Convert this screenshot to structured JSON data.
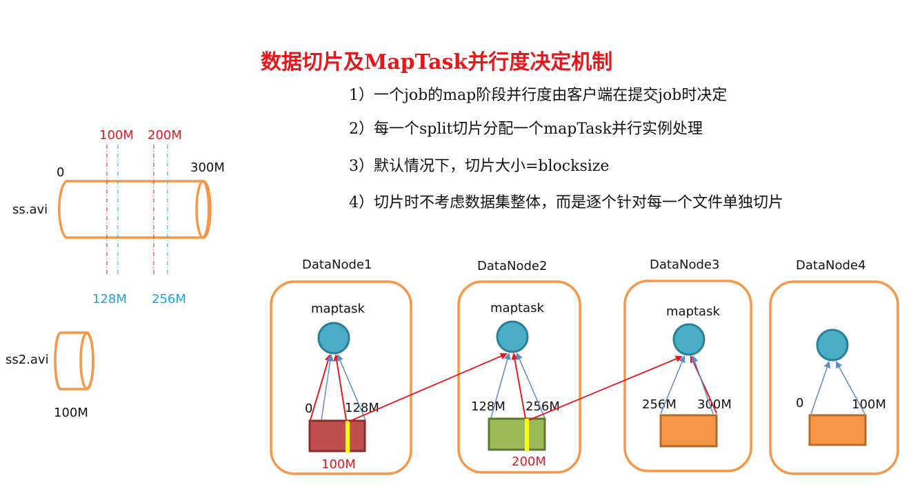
{
  "title": "数据切片及MapTask并行度决定机制",
  "points": [
    "1）一个job的map阶段并行度由客户端在提交job时决定",
    "2）每一个split切片分配一个mapTask并行实例处理",
    "3）默认情况下，切片大小=blocksize",
    "4）切片时不考虑数据集整体，而是逐个针对每一个文件单独切片"
  ],
  "files": {
    "ss": {
      "name": "ss.avi",
      "start": "0",
      "end": "300M",
      "split_marks": [
        "100M",
        "200M"
      ],
      "block_marks": [
        "128M",
        "256M"
      ]
    },
    "ss2": {
      "name": "ss2.avi",
      "size": "100M"
    }
  },
  "nodes": [
    {
      "name": "DataNode1",
      "task": "maptask",
      "range_start": "0",
      "range_end": "128M",
      "split_label": "100M",
      "block_color": "#c0504d",
      "block_border": "#8b2e2b"
    },
    {
      "name": "DataNode2",
      "task": "maptask",
      "range_start": "128M",
      "range_end": "256M",
      "split_label": "200M",
      "block_color": "#9bbb59",
      "block_border": "#5f7a2e"
    },
    {
      "name": "DataNode3",
      "task": "maptask",
      "range_start": "256M",
      "range_end": "300M",
      "block_color": "#f79646",
      "block_border": "#b86a25"
    },
    {
      "name": "DataNode4",
      "task": "",
      "range_start": "0",
      "range_end": "100M",
      "block_color": "#f79646",
      "block_border": "#b86a25"
    }
  ],
  "colors": {
    "orange": "#f79646",
    "maptask_circle": "#4bacc6",
    "maptask_stroke": "#2c7f93",
    "arrow_red": "#e8161a",
    "arrow_blue": "#5b8bc9",
    "split_line_red": "#e8161a",
    "split_line_blue": "#1aa3e8",
    "split_marker": "#ffff00"
  }
}
